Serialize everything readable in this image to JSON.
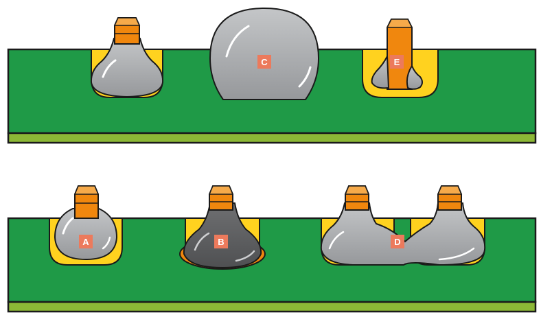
{
  "labels": {
    "a": "A",
    "b": "B",
    "c": "C",
    "d": "D",
    "e": "E"
  },
  "colors": {
    "board_green": "#1f9a47",
    "board_edge": "#1a1a1a",
    "board_base": "#8cb836",
    "pad_yellow": "#ffd21f",
    "pin_orange": "#f0870e",
    "pin_light": "#f6aa4a",
    "solder_gray": "#a7a9ac",
    "solder_dark": "#5f6062",
    "label_bg": "#ec7a5c",
    "label_text": "#ffffff"
  }
}
